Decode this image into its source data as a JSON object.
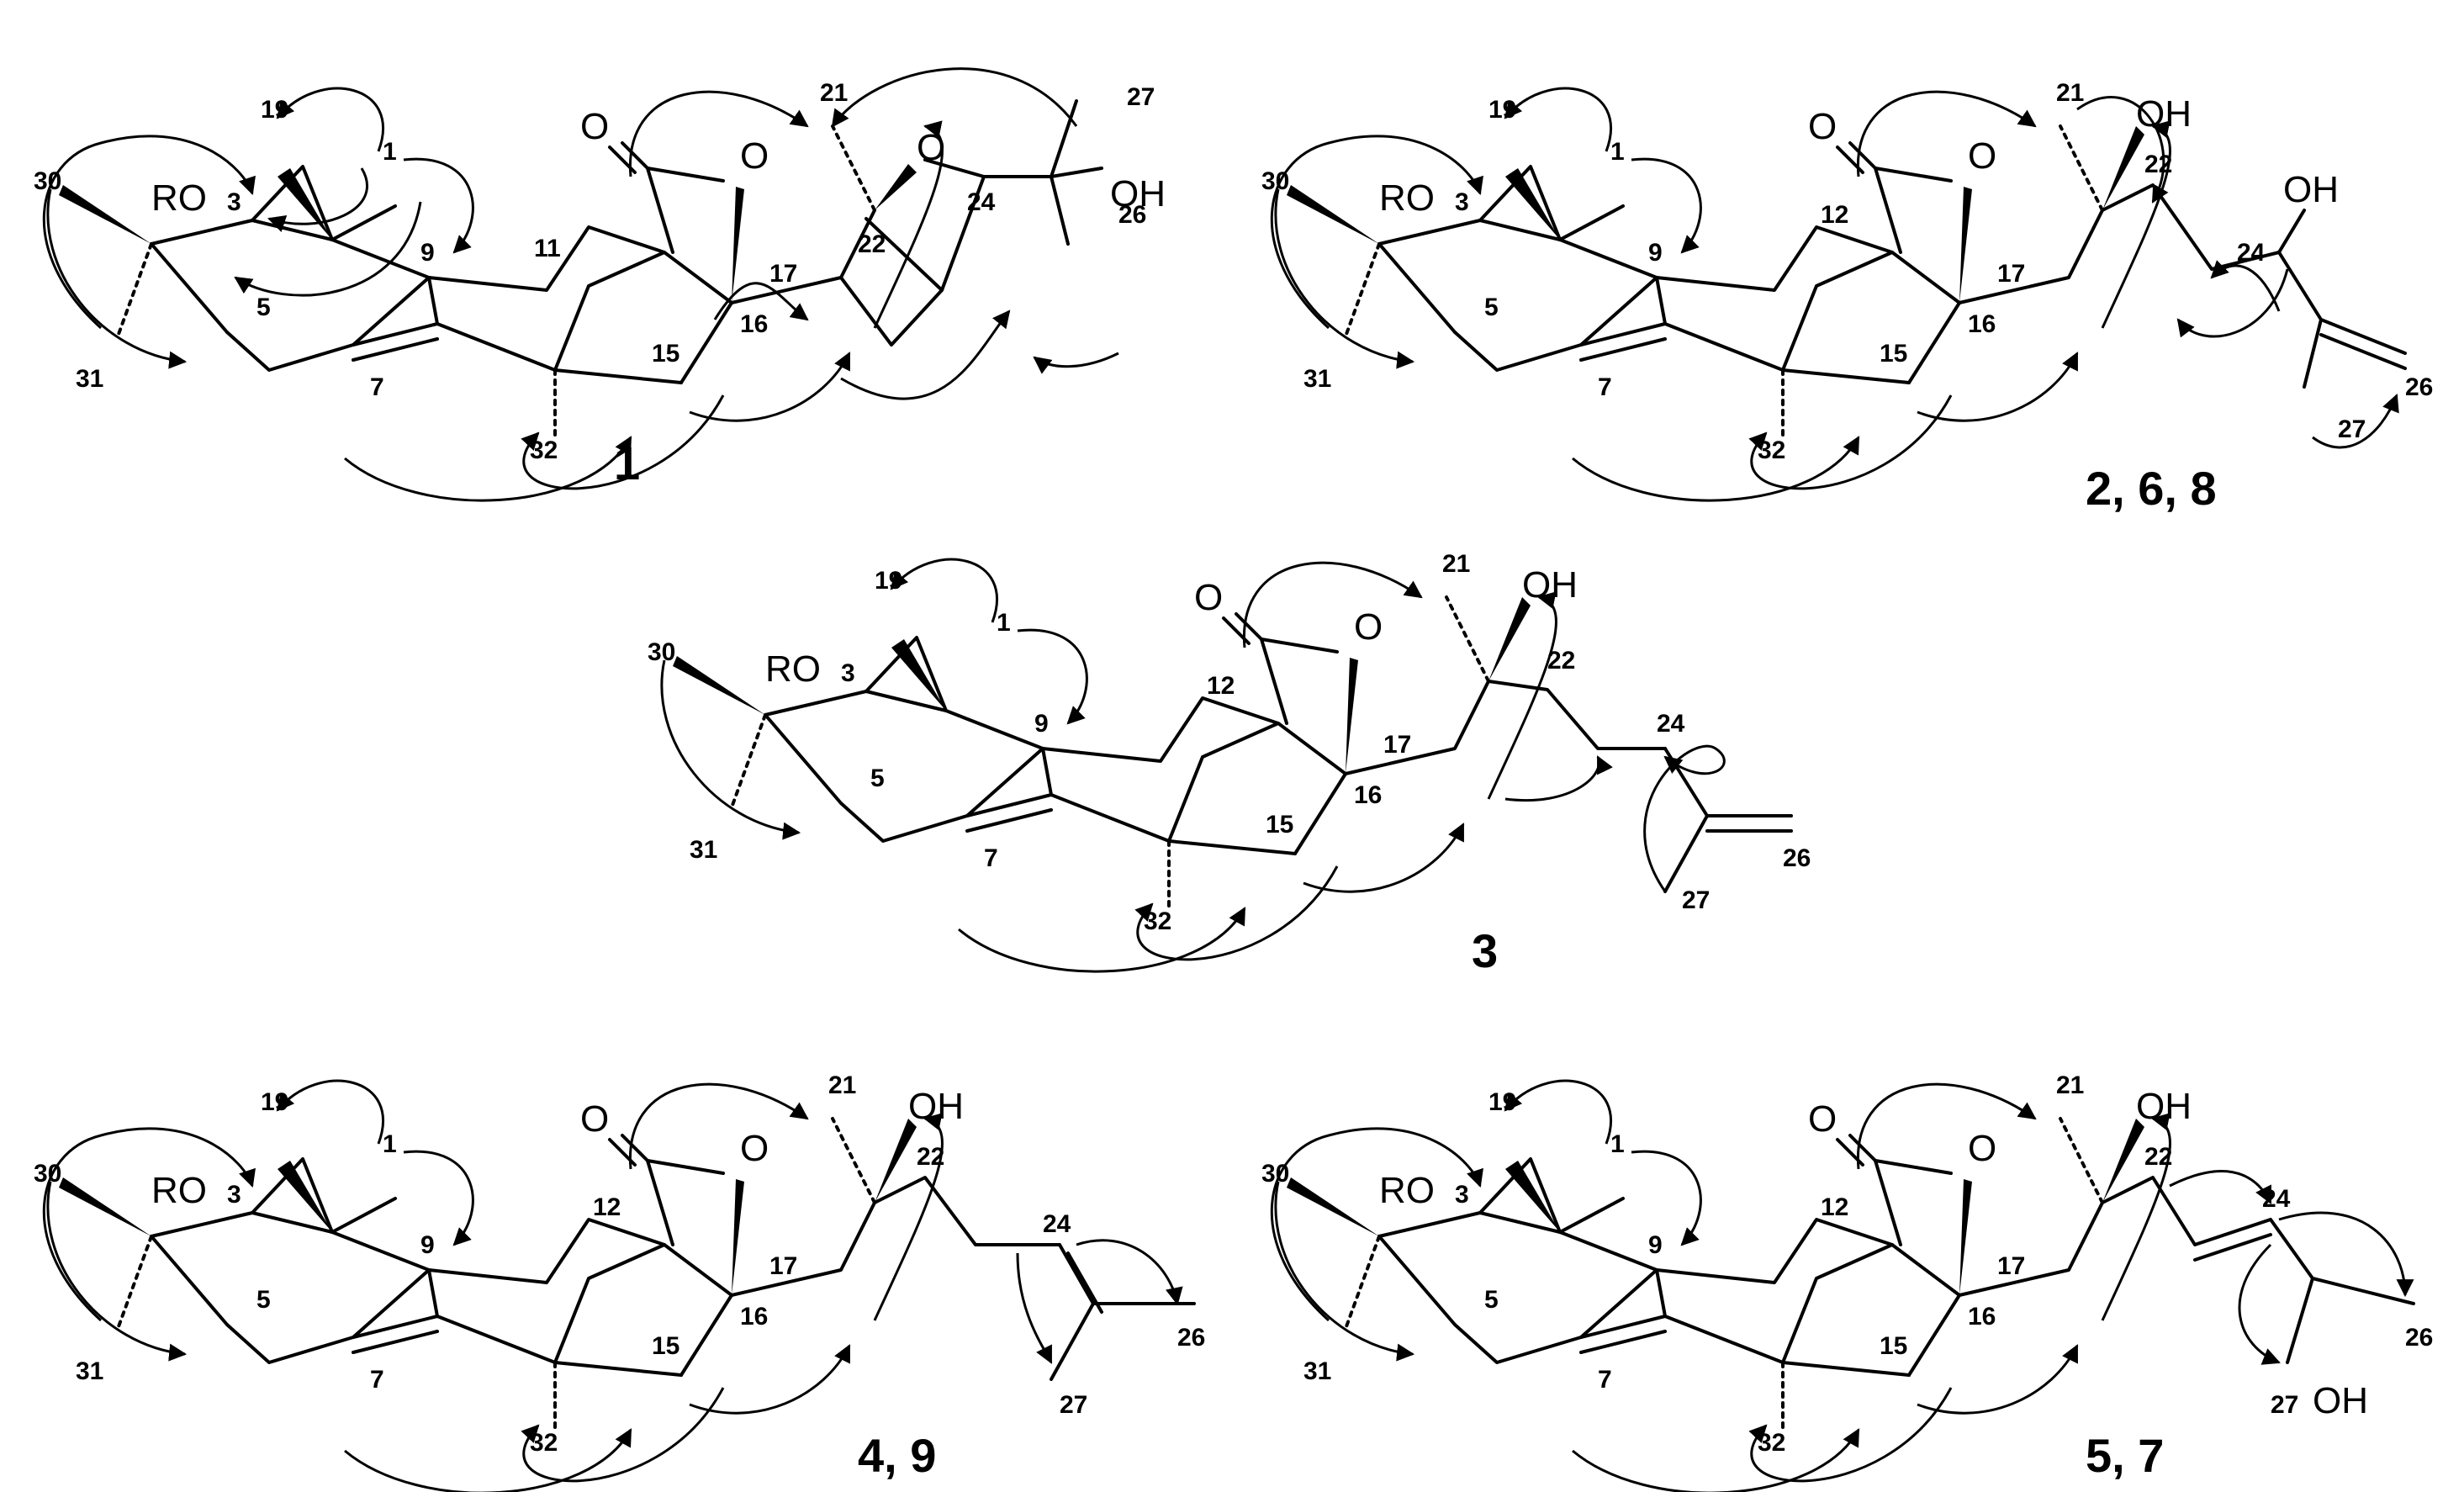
{
  "colors": {
    "ink": "#000000",
    "background": "#ffffff"
  },
  "structures": [
    {
      "id": "s1",
      "compound_label": "1",
      "atom_labels": [
        "RO",
        "3",
        "19",
        "1",
        "30",
        "31",
        "5",
        "7",
        "9",
        "11",
        "16",
        "17",
        "15",
        "32",
        "21",
        "22",
        "24",
        "26",
        "27",
        "O",
        "O",
        "O",
        "OH"
      ]
    },
    {
      "id": "s2",
      "compound_label": "2, 6, 8",
      "atom_labels": [
        "RO",
        "3",
        "19",
        "1",
        "30",
        "31",
        "5",
        "7",
        "9",
        "12",
        "16",
        "17",
        "15",
        "32",
        "21",
        "22",
        "24",
        "26",
        "27",
        "O",
        "O",
        "OH",
        "OH"
      ]
    },
    {
      "id": "s3",
      "compound_label": "3",
      "atom_labels": [
        "RO",
        "3",
        "19",
        "1",
        "30",
        "31",
        "5",
        "7",
        "9",
        "12",
        "16",
        "17",
        "15",
        "32",
        "21",
        "22",
        "24",
        "26",
        "27",
        "O",
        "O",
        "OH"
      ]
    },
    {
      "id": "s4",
      "compound_label": "4, 9",
      "atom_labels": [
        "RO",
        "3",
        "19",
        "1",
        "30",
        "31",
        "5",
        "7",
        "9",
        "12",
        "16",
        "17",
        "15",
        "32",
        "21",
        "22",
        "24",
        "26",
        "27",
        "O",
        "O",
        "OH"
      ]
    },
    {
      "id": "s5",
      "compound_label": "5, 7",
      "atom_labels": [
        "RO",
        "3",
        "19",
        "1",
        "30",
        "31",
        "5",
        "7",
        "9",
        "12",
        "16",
        "17",
        "15",
        "32",
        "21",
        "22",
        "24",
        "26",
        "27",
        "O",
        "O",
        "OH",
        "OH"
      ]
    }
  ]
}
